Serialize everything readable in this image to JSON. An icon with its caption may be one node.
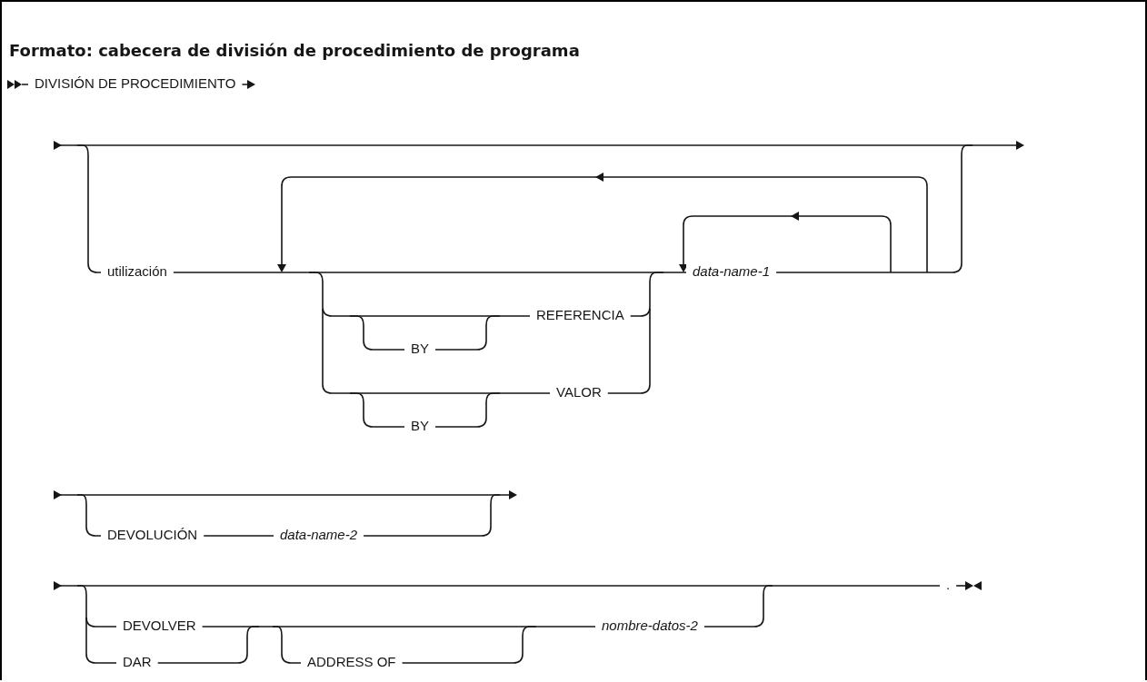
{
  "diagram": {
    "title": "Formato: cabecera de división de procedimiento de programa",
    "labels": [
      "DIVISIÓN DE PROCEDIMIENTO",
      "utilización",
      "data-name-1",
      "REFERENCIA",
      "BY",
      "VALOR",
      "BY",
      "DEVOLUCIÓN",
      "data-name-2",
      "DEVOLVER",
      "nombre-datos-2",
      "DAR",
      "ADDRESS OF",
      "."
    ]
  }
}
